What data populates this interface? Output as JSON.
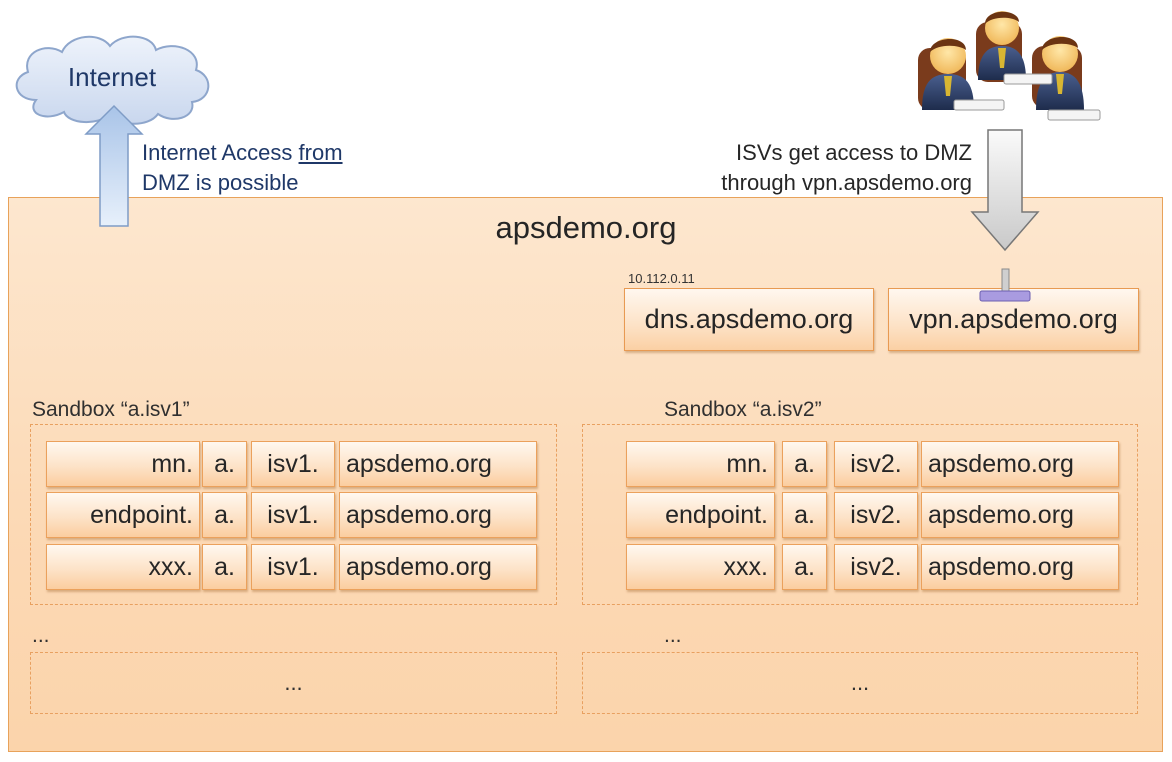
{
  "internet": {
    "label": "Internet"
  },
  "internet_note": {
    "line1_prefix": "Internet Access ",
    "line1_underlined": "from",
    "line2": "DMZ is possible"
  },
  "isv_note": {
    "line1": "ISVs get access to DMZ",
    "line2": "through vpn.apsdemo.org"
  },
  "zone": {
    "title": "apsdemo.org"
  },
  "dns": {
    "ip": "10.112.0.11",
    "label": "dns.apsdemo.org"
  },
  "vpn": {
    "label": "vpn.apsdemo.org"
  },
  "sandbox1": {
    "label": "Sandbox “a.isv1”",
    "rows": [
      [
        "mn.",
        "a.",
        "isv1.",
        "apsdemo.org"
      ],
      [
        "endpoint.",
        "a.",
        "isv1.",
        "apsdemo.org"
      ],
      [
        "xxx.",
        "a.",
        "isv1.",
        "apsdemo.org"
      ]
    ]
  },
  "sandbox2": {
    "label": "Sandbox “a.isv2”",
    "rows": [
      [
        "mn.",
        "a.",
        "isv2.",
        "apsdemo.org"
      ],
      [
        "endpoint.",
        "a.",
        "isv2.",
        "apsdemo.org"
      ],
      [
        "xxx.",
        "a.",
        "isv2.",
        "apsdemo.org"
      ]
    ]
  },
  "more": {
    "left_label": "...",
    "left_box": "...",
    "right_label": "...",
    "right_box": "..."
  },
  "colors": {
    "zone_fill": "#fcd9b5",
    "zone_border": "#e8a25a",
    "note_blue": "#1f3868",
    "cloud_fill": "#dde7f5"
  },
  "icons": {
    "cloud": "cloud-icon",
    "up_arrow": "up-arrow-icon",
    "down_arrow": "down-arrow-icon",
    "people": "isv-users-icon",
    "network": "network-connector-icon"
  }
}
